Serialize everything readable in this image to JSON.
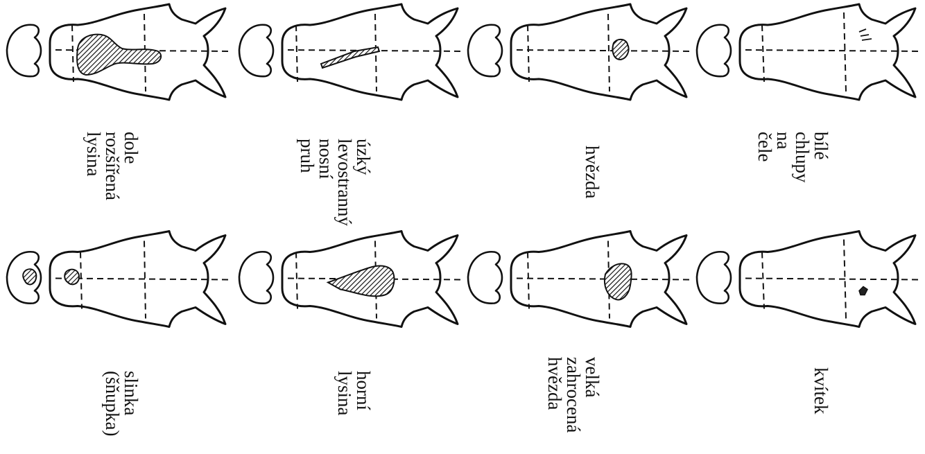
{
  "markings": [
    {
      "id": "bile-chlupy-na-cele",
      "label": "bílé\nchlupy\nna\nčele",
      "pattern": "hairs"
    },
    {
      "id": "hvezda",
      "label": "hvězda",
      "pattern": "star"
    },
    {
      "id": "uzky-levostranny-nosni-pruh",
      "label": "úzký\nlevostranný\nnosní\npruh",
      "pattern": "narrow-stripe"
    },
    {
      "id": "dole-rozsirena-lysina",
      "label": "dole\nrozšířená\nlysina",
      "pattern": "wide-blaze"
    },
    {
      "id": "kvitek",
      "label": "kvítek",
      "pattern": "small-star"
    },
    {
      "id": "velka-zahrocena-hvezda",
      "label": "velká\nzahrocená\nhvězda",
      "pattern": "big-star"
    },
    {
      "id": "horni-lysina",
      "label": "horní\nlysina",
      "pattern": "upper-blaze"
    },
    {
      "id": "slinka-snupka",
      "label": "slinka\n(šňupka)",
      "pattern": "snip"
    }
  ]
}
